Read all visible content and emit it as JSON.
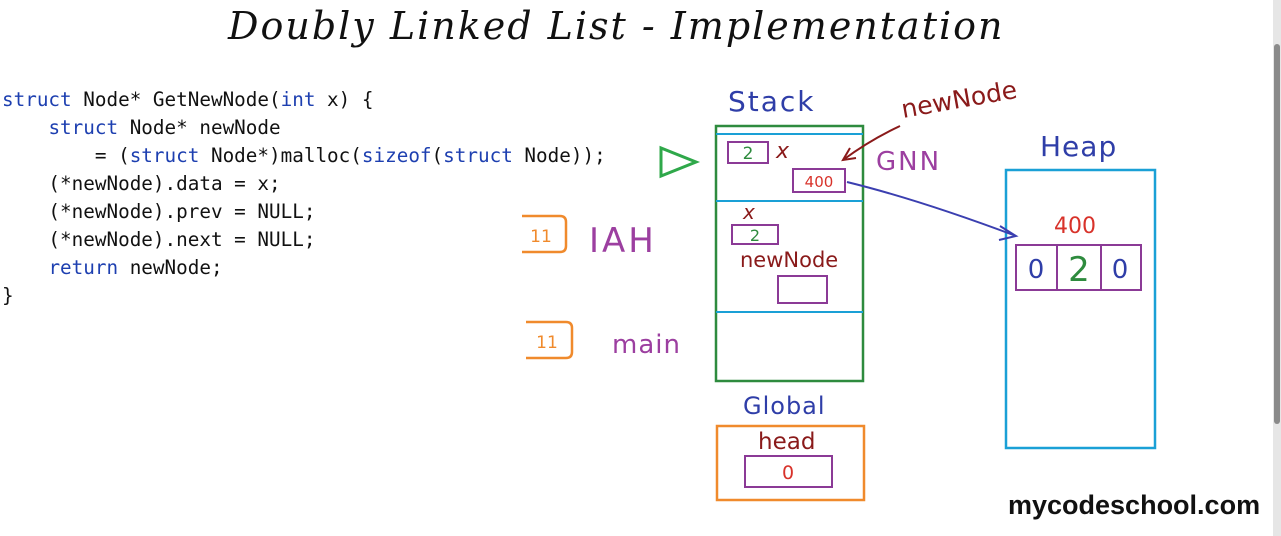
{
  "title": "Doubly Linked List - Implementation",
  "code": {
    "l1": [
      "struct",
      " Node* GetNewNode(",
      "int",
      " x) {"
    ],
    "l2": [
      "    ",
      "struct",
      " Node* newNode"
    ],
    "l3": [
      "        = (",
      "struct",
      " Node*)malloc(",
      "sizeof",
      "(",
      "struct",
      " Node));"
    ],
    "l4": "    (*newNode).data = x;",
    "l5": "    (*newNode).prev = NULL;",
    "l6": "    (*newNode).next = NULL;",
    "l7": [
      "    ",
      "return",
      " newNode;"
    ],
    "l8": "}"
  },
  "stack": {
    "label": "Stack",
    "gnn": {
      "x_value": "2",
      "x_label": "x",
      "newnode_value": "400",
      "frame_label": "GNN"
    },
    "iah": {
      "x_label": "x",
      "x_value": "2",
      "newnode_label": "newNode",
      "newnode_value": "",
      "frame_label": "IAH",
      "line_no": "11"
    },
    "main": {
      "frame_label": "main",
      "line_no": "11"
    }
  },
  "newnode_annotation": "newNode",
  "global": {
    "label": "Global",
    "head_label": "head",
    "head_value": "0"
  },
  "heap": {
    "label": "Heap",
    "address": "400",
    "node": {
      "prev": "0",
      "data": "2",
      "next": "0"
    }
  },
  "logo": "mycodeschool.com",
  "colors": {
    "code_keyword": "#1d3fb0",
    "stack": "#2e8b3e",
    "stack_label": "#2f3ea8",
    "heap": "#1aa0d6",
    "global_box": "#f08a2c",
    "value_box": "#8b3a96",
    "address": "#d8322a",
    "annotation": "#8a1a1a",
    "arrow": "#3b3fb0",
    "play_marker": "#2fa84a",
    "line_marker": "#f08a2c",
    "frame_label": "#9c3fa0"
  }
}
